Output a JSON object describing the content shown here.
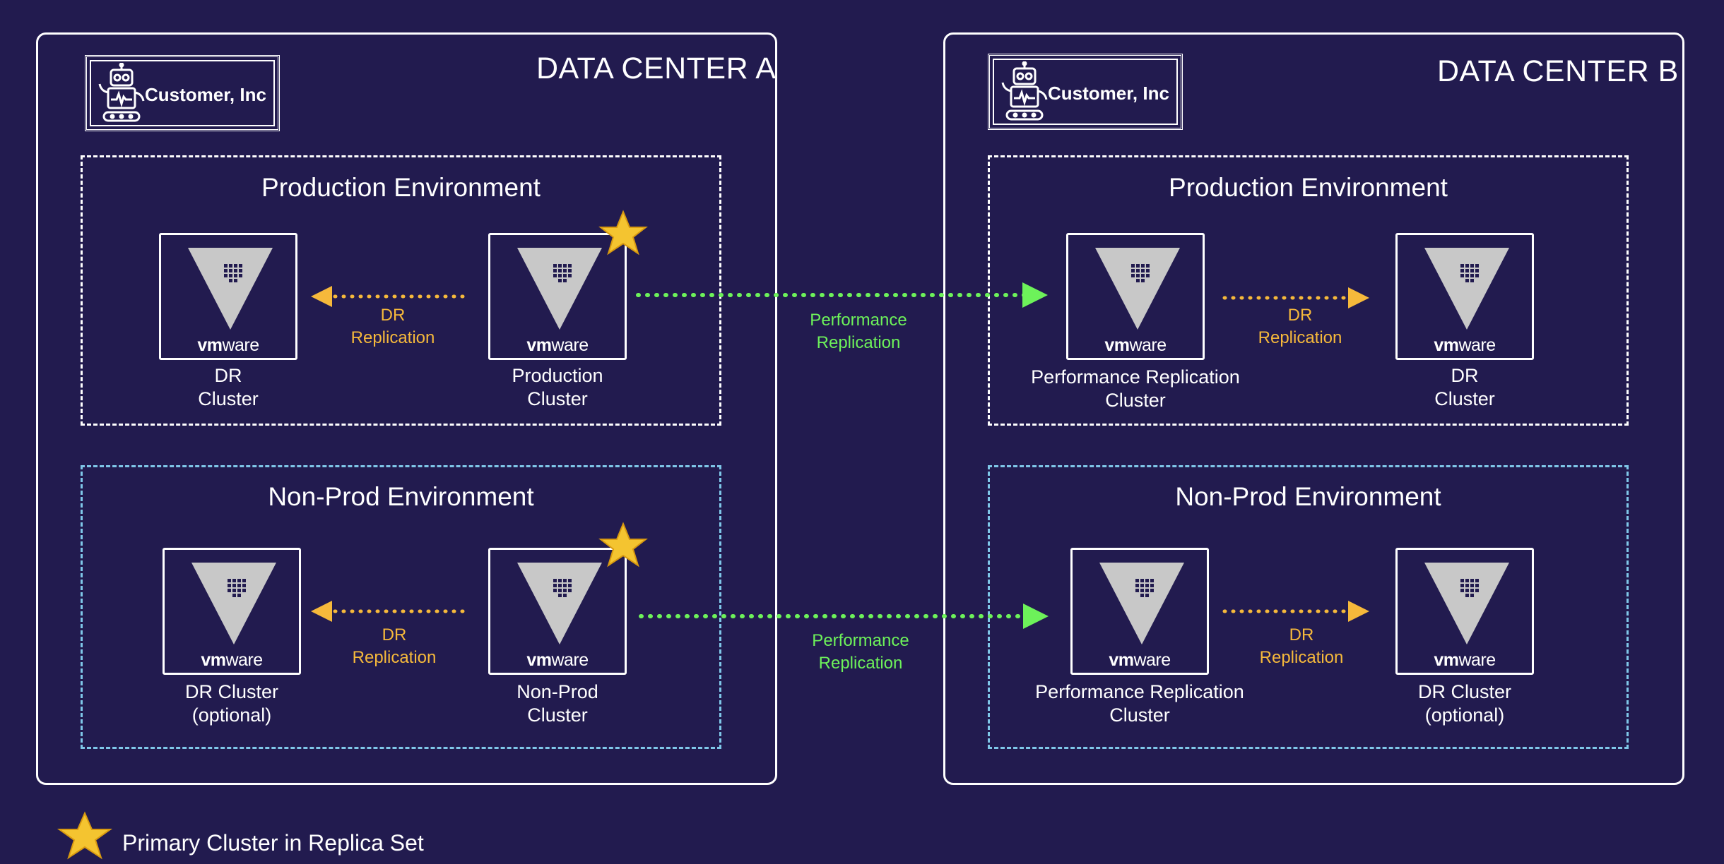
{
  "data_centers": [
    {
      "title": "DATA CENTER A",
      "logo_text": "Customer, Inc"
    },
    {
      "title": "DATA CENTER B",
      "logo_text": "Customer, Inc"
    }
  ],
  "environments": {
    "prod_a": "Production Environment",
    "nonprod_a": "Non-Prod Environment",
    "prod_b": "Production Environment",
    "nonprod_b": "Non-Prod Environment"
  },
  "vmware_brand": {
    "vm": "vm",
    "ware": "ware"
  },
  "clusters": {
    "a_dr": {
      "line1": "DR",
      "line2": "Cluster"
    },
    "a_prod": {
      "line1": "Production",
      "line2": "Cluster",
      "primary": true
    },
    "a_np_dr": {
      "line1": "DR Cluster",
      "line2": "(optional)"
    },
    "a_np": {
      "line1": "Non-Prod",
      "line2": "Cluster",
      "primary": true
    },
    "b_perf": {
      "line1": "Performance Replication",
      "line2": "Cluster"
    },
    "b_dr": {
      "line1": "DR",
      "line2": "Cluster"
    },
    "b_np_perf": {
      "line1": "Performance Replication",
      "line2": "Cluster"
    },
    "b_np_dr": {
      "line1": "DR Cluster",
      "line2": "(optional)"
    }
  },
  "links": {
    "dr_a_prod": {
      "line1": "DR",
      "line2": "Replication"
    },
    "perf_prod": {
      "line1": "Performance",
      "line2": "Replication"
    },
    "dr_b_prod": {
      "line1": "DR",
      "line2": "Replication"
    },
    "dr_a_np": {
      "line1": "DR",
      "line2": "Replication"
    },
    "perf_np": {
      "line1": "Performance",
      "line2": "Replication"
    },
    "dr_b_np": {
      "line1": "DR",
      "line2": "Replication"
    }
  },
  "legend": {
    "text": "Primary Cluster in Replica Set",
    "icon": "star-icon"
  },
  "colors": {
    "background": "#221b4f",
    "dr_replication": "#f6b93b",
    "performance_replication": "#6df25a",
    "nonprod_border": "#7fc7e8",
    "star": "#f4c430",
    "vault_triangle": "#c8c8c8"
  }
}
